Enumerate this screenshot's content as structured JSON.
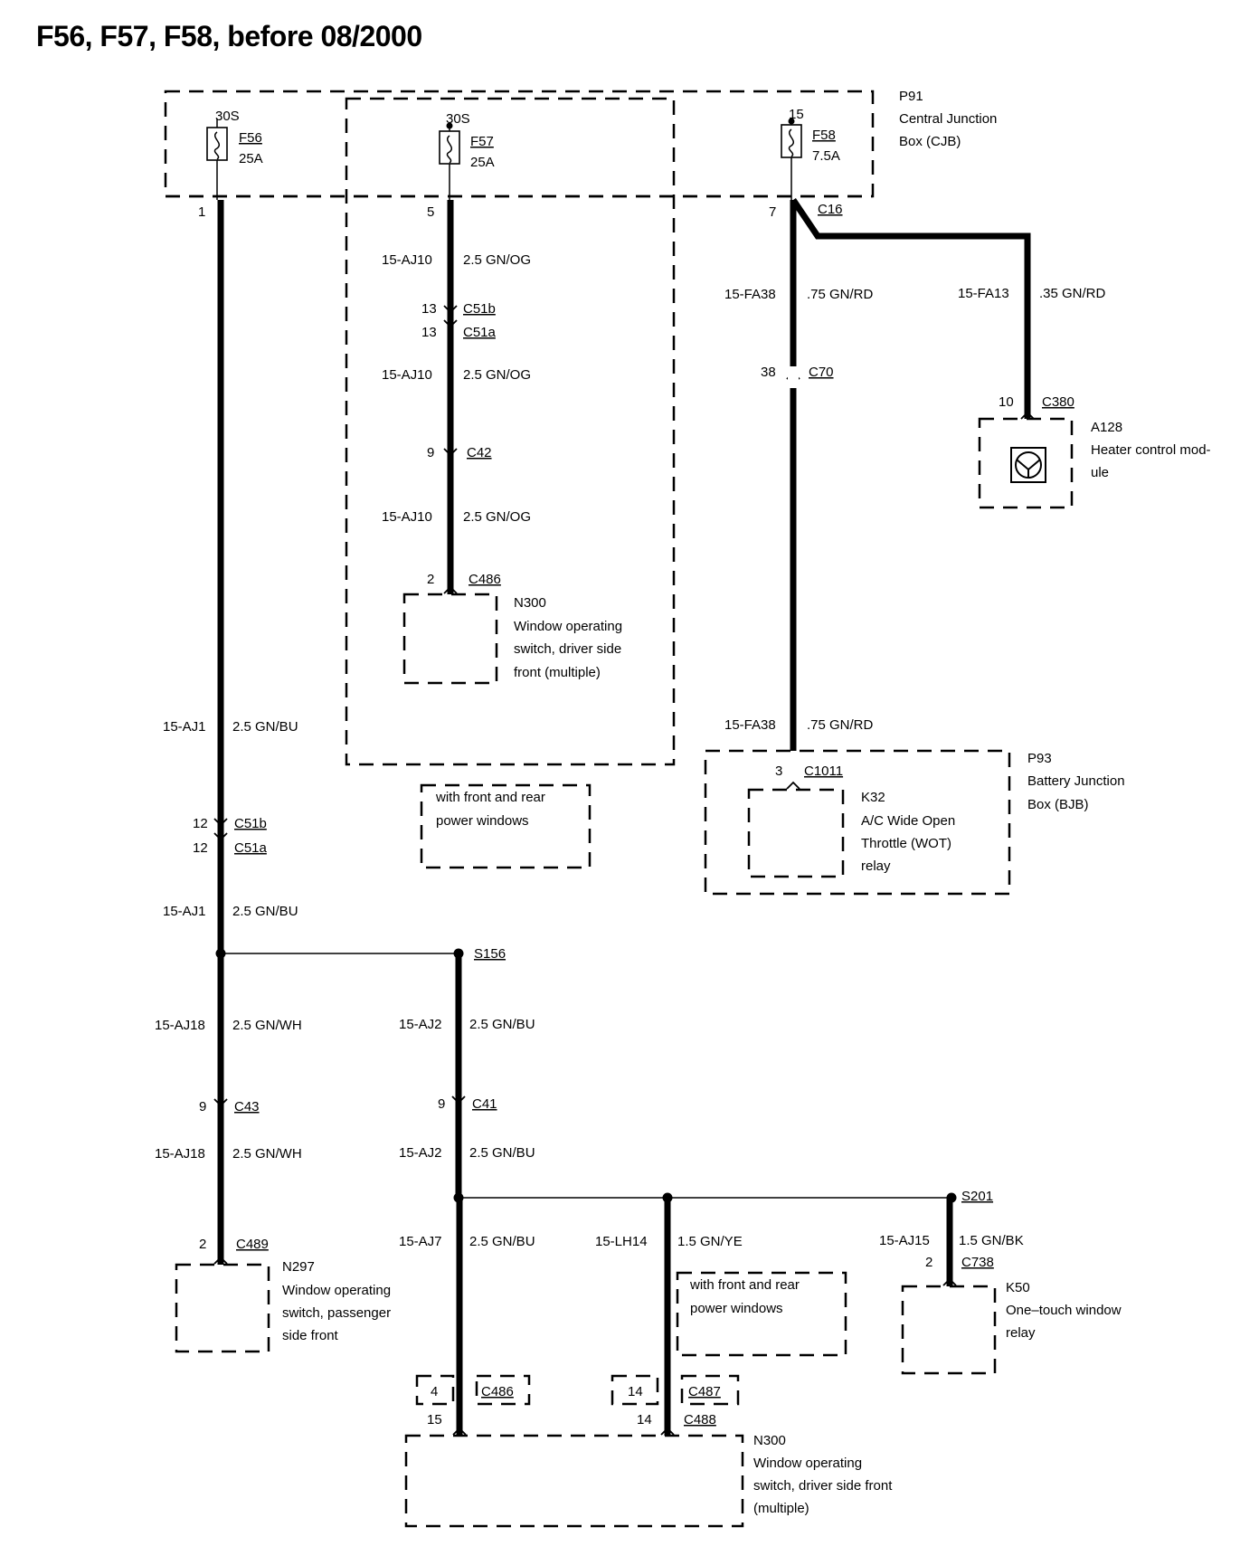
{
  "title": "F56, F57, F58, before 08/2000",
  "cjb": {
    "id": "P91",
    "name_l1": "Central Junction",
    "name_l2": "Box (CJB)"
  },
  "fuses": [
    {
      "term": "30S",
      "id": "F56",
      "rating": "25A",
      "pin": "1"
    },
    {
      "term": "30S",
      "id": "F57",
      "rating": "25A",
      "pin": "5"
    },
    {
      "term": "15",
      "id": "F58",
      "rating": "7.5A",
      "pin": "7"
    }
  ],
  "cjb_connector": "C16",
  "labels": {
    "w_aj10_a": {
      "circuit": "15-AJ10",
      "spec": "2.5 GN/OG"
    },
    "w_aj10_b": {
      "circuit": "15-AJ10",
      "spec": "2.5 GN/OG"
    },
    "w_aj10_c": {
      "circuit": "15-AJ10",
      "spec": "2.5 GN/OG"
    },
    "w_aj1_a": {
      "circuit": "15-AJ1",
      "spec": "2.5 GN/BU"
    },
    "w_aj1_b": {
      "circuit": "15-AJ1",
      "spec": "2.5 GN/BU"
    },
    "w_fa38_a": {
      "circuit": "15-FA38",
      "spec": ".75 GN/RD"
    },
    "w_fa38_b": {
      "circuit": "15-FA38",
      "spec": ".75 GN/RD"
    },
    "w_fa13": {
      "circuit": "15-FA13",
      "spec": ".35 GN/RD"
    },
    "w_aj18_a": {
      "circuit": "15-AJ18",
      "spec": "2.5 GN/WH"
    },
    "w_aj18_b": {
      "circuit": "15-AJ18",
      "spec": "2.5 GN/WH"
    },
    "w_aj2_a": {
      "circuit": "15-AJ2",
      "spec": "2.5 GN/BU"
    },
    "w_aj2_b": {
      "circuit": "15-AJ2",
      "spec": "2.5 GN/BU"
    },
    "w_aj7": {
      "circuit": "15-AJ7",
      "spec": "2.5 GN/BU"
    },
    "w_lh14": {
      "circuit": "15-LH14",
      "spec": "1.5 GN/YE"
    },
    "w_aj15": {
      "circuit": "15-AJ15",
      "spec": "1.5 GN/BK"
    }
  },
  "connectors": {
    "c51b_1": {
      "pin": "13",
      "id": "C51b"
    },
    "c51a_1": {
      "pin": "13",
      "id": "C51a"
    },
    "c42": {
      "pin": "9",
      "id": "C42"
    },
    "c486_top": {
      "pin": "2",
      "id": "C486"
    },
    "c70": {
      "pin": "38",
      "id": "C70"
    },
    "c380": {
      "pin": "10",
      "id": "C380"
    },
    "c1011": {
      "pin": "3",
      "id": "C1011"
    },
    "c51b_2": {
      "pin": "12",
      "id": "C51b"
    },
    "c51a_2": {
      "pin": "12",
      "id": "C51a"
    },
    "c43": {
      "pin": "9",
      "id": "C43"
    },
    "c41": {
      "pin": "9",
      "id": "C41"
    },
    "c489": {
      "pin": "2",
      "id": "C489"
    },
    "c738": {
      "pin": "2",
      "id": "C738"
    },
    "c486_bot": {
      "pin": "4",
      "id": "C486"
    },
    "c487": {
      "pin": "14",
      "id": "C487"
    },
    "c488_15": {
      "pin": "15"
    },
    "c488_14": {
      "pin": "14",
      "id": "C488"
    }
  },
  "splices": {
    "s156": "S156",
    "s201": "S201"
  },
  "components": {
    "n300_top": {
      "id": "N300",
      "l1": "Window operating",
      "l2": "switch, driver side",
      "l3": "front (multiple)"
    },
    "a128": {
      "id": "A128",
      "l1": "Heater control mod-",
      "l2": "ule"
    },
    "p93": {
      "id": "P93",
      "l1": "Battery Junction",
      "l2": "Box (BJB)"
    },
    "k32": {
      "id": "K32",
      "l1": "A/C Wide Open",
      "l2": "Throttle (WOT)",
      "l3": "relay"
    },
    "n297": {
      "id": "N297",
      "l1": "Window operating",
      "l2": "switch, passenger",
      "l3": "side front"
    },
    "k50": {
      "id": "K50",
      "l1": "One–touch window",
      "l2": "relay"
    },
    "n300_bot": {
      "id": "N300",
      "l1": "Window operating",
      "l2": "switch, driver side front",
      "l3": "(multiple)"
    }
  },
  "notes": {
    "pw1": {
      "l1": "with front and rear",
      "l2": "power windows"
    },
    "pw2": {
      "l1": "with front and rear",
      "l2": "power windows"
    }
  }
}
